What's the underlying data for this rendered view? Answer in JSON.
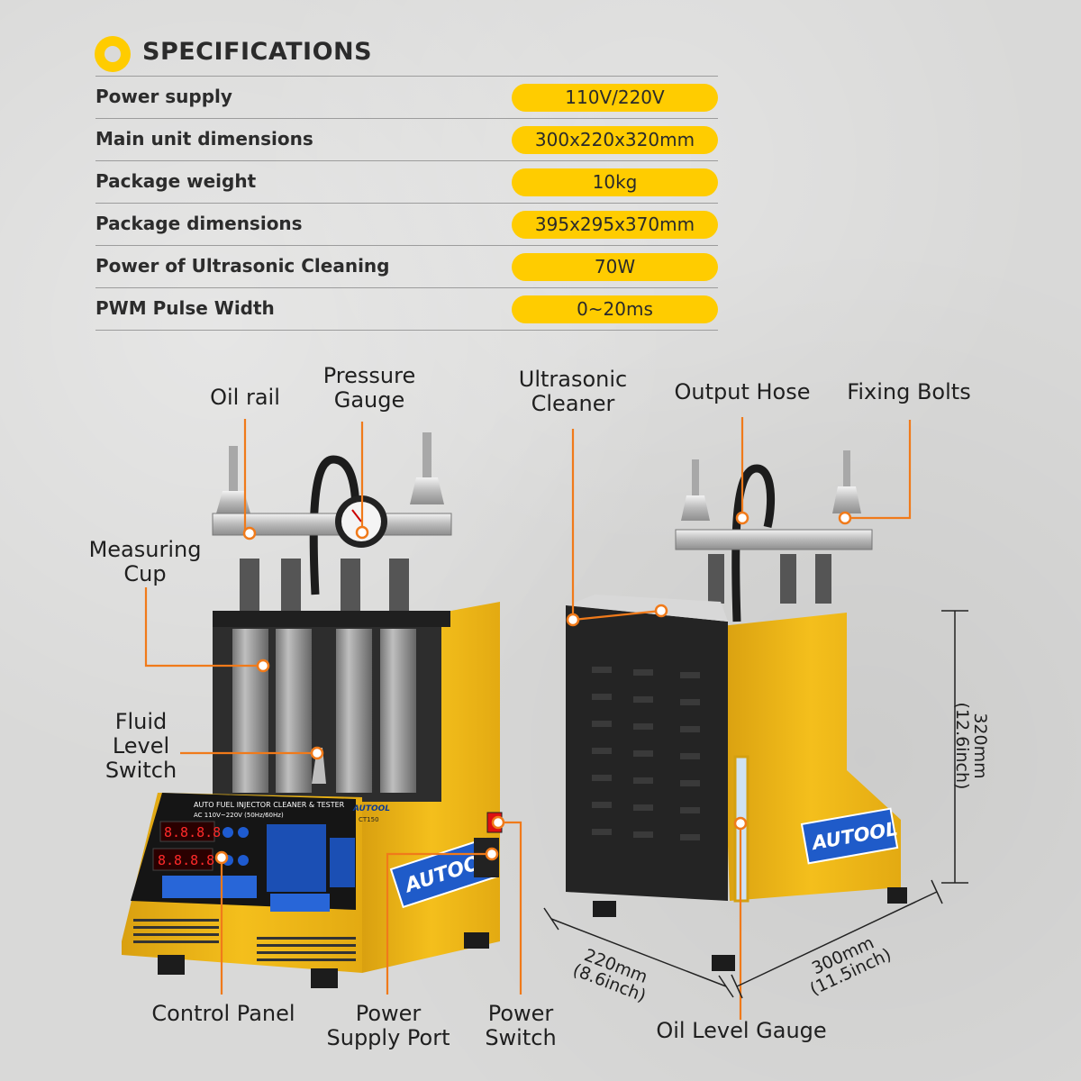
{
  "specs": {
    "title": "SPECIFICATIONS",
    "rows": [
      {
        "label": "Power supply",
        "value": "110V/220V"
      },
      {
        "label": "Main unit dimensions",
        "value": "300x220x320mm"
      },
      {
        "label": "Package weight",
        "value": "10kg"
      },
      {
        "label": "Package dimensions",
        "value": "395x295x370mm"
      },
      {
        "label": "Power of Ultrasonic Cleaning",
        "value": "70W"
      },
      {
        "label": "PWM Pulse Width",
        "value": "0~20ms"
      }
    ]
  },
  "callouts": {
    "oil_rail": "Oil rail",
    "pressure_gauge_1": "Pressure",
    "pressure_gauge_2": "Gauge",
    "measuring_cup_1": "Measuring",
    "measuring_cup_2": "Cup",
    "fluid_level_1": "Fluid",
    "fluid_level_2": "Level",
    "fluid_level_3": "Switch",
    "control_panel": "Control Panel",
    "power_supply_port_1": "Power",
    "power_supply_port_2": "Supply Port",
    "power_switch_1": "Power",
    "power_switch_2": "Switch",
    "ultrasonic_1": "Ultrasonic",
    "ultrasonic_2": "Cleaner",
    "output_hose": "Output Hose",
    "fixing_bolts": "Fixing Bolts",
    "oil_level_gauge": "Oil Level Gauge"
  },
  "dimensions": {
    "height_mm": "320mm",
    "height_in": "(12.6inch)",
    "depth_mm": "220mm",
    "depth_in": "(8.6inch)",
    "width_mm": "300mm",
    "width_in": "(11.5inch)"
  },
  "product": {
    "brand": "AUTOOL",
    "model": "CT150",
    "panel_title": "AUTO FUEL INJECTOR CLEANER & TESTER",
    "panel_subtitle": "AC 110V~220V (50Hz/60Hz)",
    "display_top": "8.8.8.8",
    "display_bottom": "8.8.8.8"
  },
  "colors": {
    "accent": "#ffcc00",
    "callout_line": "#f07a1a",
    "machine_yellow": "#f2b716",
    "machine_dark": "#2a2a2a"
  }
}
